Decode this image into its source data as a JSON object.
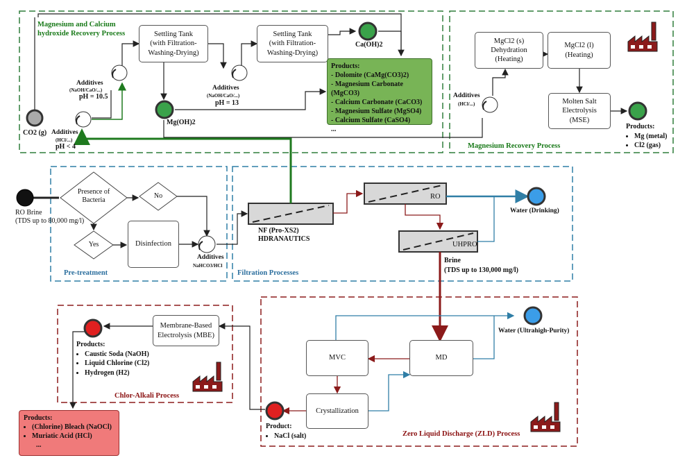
{
  "regions": {
    "mgca_title": "Magnesium and Calcium\nhydroxide Recovery Process",
    "mg_recovery": "Magnesium Recovery Process",
    "pretreatment": "Pre-treatment",
    "filtration": "Filtration Processes",
    "chlor_alkali": "Chlor-Alkali Process",
    "zld": "Zero Liquid Discharge (ZLD) Process"
  },
  "boxes": {
    "settling1": "Settling Tank\n(with Filtration-\nWashing-Drying)",
    "settling2": "Settling Tank\n(with Filtration-\nWashing-Drying)",
    "dehydration": "MgCl2 (s)\nDehydration\n(Heating)",
    "heating": "MgCl2 (l)\n(Heating)",
    "mse": "Molten Salt\nElectrolysis\n(MSE)",
    "disinfection": "Disinfection",
    "mbe": "Membrane-Based\nElectrolysis (MBE)",
    "mvc": "MVC",
    "md": "MD",
    "crystallization": "Crystallization"
  },
  "decisions": {
    "bacteria": "Presence of\nBacteria",
    "no": "No",
    "yes": "Yes"
  },
  "membranes": {
    "nf": "NF (Pro-XS2)\nHDRANAUTICS",
    "ro": "RO",
    "uhpro": "UHPRO"
  },
  "labels": {
    "ro_brine": "RO Brine\n(TDS up to 80,000 mg/l)",
    "additives": "Additives",
    "additives_pre_chem": "NaHCO3/HCl",
    "additives_1": "Additives",
    "additives_1_chem": "(NaOH/CaO/...)",
    "ph_105": "pH = 10.5",
    "additives_2": "Additives",
    "additives_2_chem": "(NaOH/CaO/...)",
    "ph_13": "pH = 13",
    "additives_3": "Additives",
    "additives_3_chem": "(HCl/...)",
    "ph_4": "pH < 4",
    "additives_mg": "Additives",
    "additives_mg_chem": "(HCl/...)",
    "co2": "CO2 (g)",
    "mgoh2": "Mg(OH)2",
    "caoh2": "Ca(OH)2",
    "water_drinking": "Water (Drinking)",
    "water_uhp": "Water (Ultrahigh-Purity)",
    "brine": "Brine",
    "brine_tds": "(TDS up to 130,000 mg/l)"
  },
  "products": {
    "mgca_title": "Products:",
    "mgca_items": [
      "- Dolomite (CaMg(CO3)2)",
      "- Magnesium Carbonate (MgCO3)",
      "- Calcium Carbonate (CaCO3)",
      "- Magnesium Sulfate (MgSO4)",
      "- Calcium Sulfate (CaSO4)",
      "..."
    ],
    "mg_title": "Products:",
    "mg_items": [
      "Mg (metal)",
      "Cl2 (gas)"
    ],
    "chlor_title": "Products:",
    "chlor_items": [
      "Caustic Soda (NaOH)",
      "Liquid Chlorine (Cl2)",
      "Hydrogen (H2)"
    ],
    "bleach_title": "Products:",
    "bleach_items": [
      "(Chlorine) Bleach (NaOCl)",
      "Muriatic Acid (HCl)"
    ],
    "bleach_more": "...",
    "nacl_title": "Product:",
    "nacl_items": [
      "NaCl (salt)"
    ]
  },
  "colors": {
    "green": "#1f7a1f",
    "teal_blue": "#2f7ea6",
    "dark_red": "#8b1a1a",
    "green_box": "#78b456",
    "pink_box": "#f07a7a"
  }
}
